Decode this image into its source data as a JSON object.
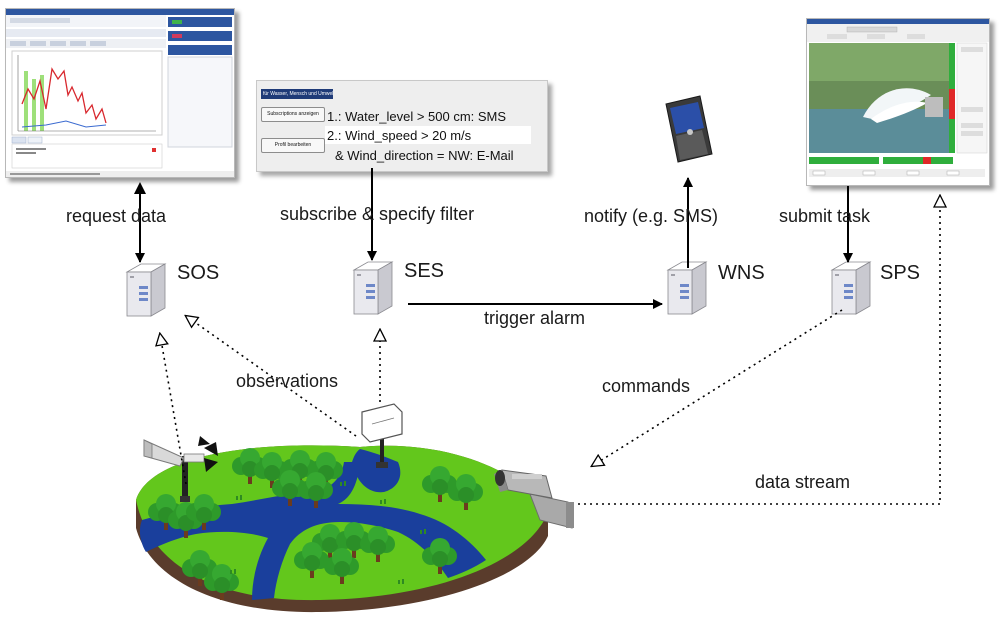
{
  "services": {
    "sos": "SOS",
    "ses": "SES",
    "wns": "WNS",
    "sps": "SPS"
  },
  "labels": {
    "request_data": "request  data",
    "subscribe": "subscribe  & specify filter",
    "notify": "notify (e.g. SMS)",
    "submit_task": "submit  task",
    "trigger_alarm": "trigger alarm",
    "observations": "observations",
    "commands": "commands",
    "data_stream": "data stream"
  },
  "ses_panel": {
    "title": "für Wasser, Mensch und Umwelt",
    "subscriptions_button": "Subscriptions anzeigen",
    "profile_button": "Profil bearbeiten",
    "filter_1": "1.: Water_level > 500 cm: SMS",
    "filter_2": "2.: Wind_speed > 20 m/s",
    "filter_3": "& Wind_direction = NW:  E-Mail"
  },
  "colors": {
    "land": "#63c71c",
    "water": "#1a3f9c",
    "soil": "#5a3c2c",
    "tree": "#2e9a2a",
    "server": "#e6e6ea"
  }
}
